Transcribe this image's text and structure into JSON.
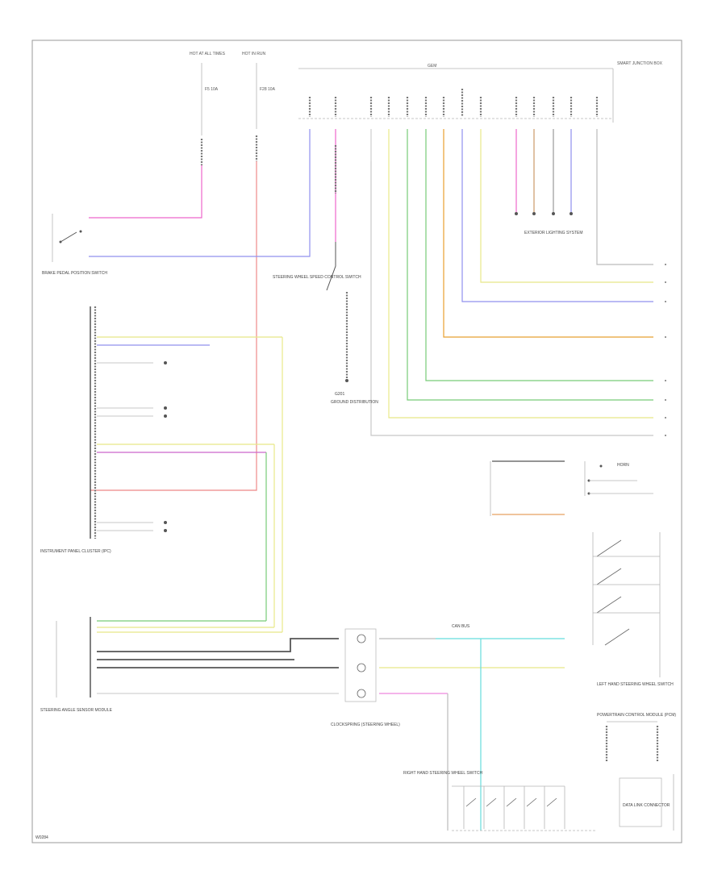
{
  "footer": {
    "code": "W0284"
  },
  "labels": {
    "hot1": "HOT AT ALL TIMES",
    "hot2": "HOT IN RUN",
    "fuse1": "F5 10A",
    "fuse2": "F28 10A",
    "gem": "GEM",
    "smart_junction_box": "SMART JUNCTION BOX",
    "instrument_panel_cluster": "INSTRUMENT PANEL CLUSTER (IPC)",
    "steering_wheel_switch": "STEERING WHEEL SPEED CONTROL SWITCH",
    "clockspring": "CLOCKSPRING (STEERING WHEEL)",
    "steering_angle_sensor": "STEERING ANGLE SENSOR MODULE",
    "right_hand_switch": "RIGHT HAND STEERING WHEEL SWITCH",
    "left_hand_switch": "LEFT HAND STEERING WHEEL SWITCH",
    "brake_switch": "BRAKE PEDAL POSITION SWITCH",
    "ground": "G201",
    "ground_dist": "GROUND DISTRIBUTION",
    "exterior_lights": "EXTERIOR LIGHTING SYSTEM",
    "horn": "HORN",
    "pcm": "POWERTRAIN CONTROL MODULE (PCM)",
    "can": "CAN BUS",
    "data_link": "DATA LINK CONNECTOR"
  },
  "colors": {
    "violet": "#9090ee",
    "pink": "#ee66cc",
    "red": "#ee8888",
    "yellow": "#e8e888",
    "green": "#77cc77",
    "orange": "#e8a030",
    "cyan": "#66dddd",
    "gray": "#999999",
    "dark": "#555555",
    "brown": "#cc9966"
  }
}
